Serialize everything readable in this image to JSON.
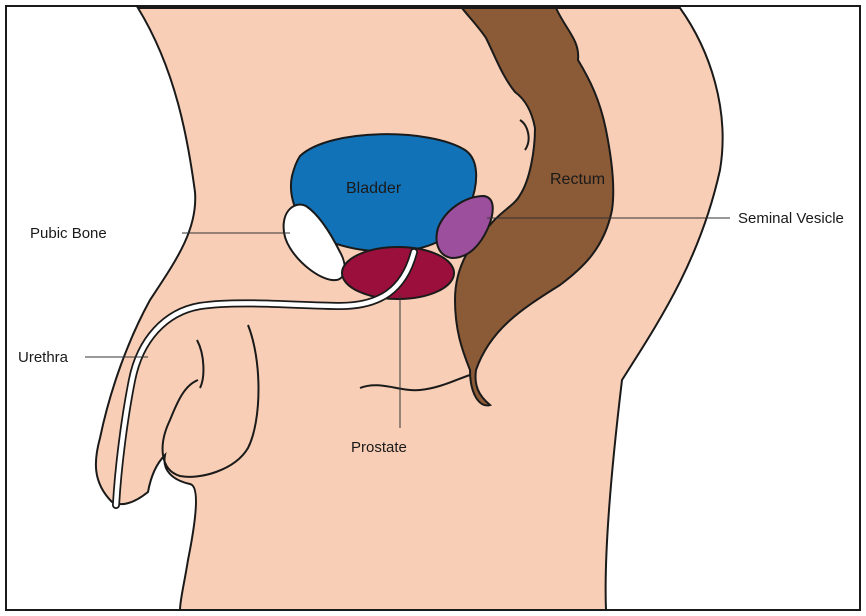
{
  "labels": {
    "bladder": "Bladder",
    "rectum": "Rectum",
    "pubic_bone": "Pubic Bone",
    "seminal_vesicle": "Seminal Vesicle",
    "urethra": "Urethra",
    "prostate": "Prostate"
  },
  "colors": {
    "skin": "#f8cfb6",
    "bladder": "#1272b7",
    "rectum": "#8b5a36",
    "prostate": "#9b0f3d",
    "seminal_vesicle": "#9b4f9c",
    "pubic_bone": "#ffffff",
    "outline": "#1a1a1a",
    "background": "#ffffff"
  }
}
